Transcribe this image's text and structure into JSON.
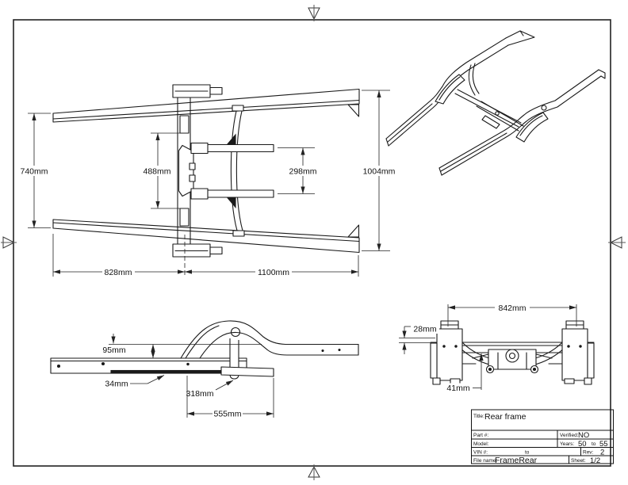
{
  "drawing": {
    "colors": {
      "background": "#ffffff",
      "line_work": "#1a1a1a"
    },
    "dimensions": {
      "top_view": {
        "left_width": "740mm",
        "bracket_span": "488mm",
        "arm_span": "298mm",
        "right_width": "1004mm",
        "front_length": "828mm",
        "rear_length": "1100mm"
      },
      "side_view": {
        "rail_height": "95mm",
        "flange_offset": "34mm",
        "bracket_offset": "318mm",
        "arm_length": "555mm"
      },
      "rear_view": {
        "overall_width": "842mm",
        "rail_offset": "28mm",
        "center_offset": "41mm"
      }
    },
    "title_block": {
      "title_label": "Title:",
      "title_value": "Rear frame",
      "part_label": "Part #:",
      "part_value": "",
      "verified_label": "Verified:",
      "verified_value": "NO",
      "model_label": "Model:",
      "model_value": "",
      "years_label": "Years:",
      "years_from": "50",
      "years_to_label": "to",
      "years_to": "55",
      "vin_label": "VIN #:",
      "vin_to_label": "to",
      "rev_label": "Rev:",
      "rev_value": "2",
      "file_label": "File name:",
      "file_value": "FrameRear",
      "sheet_label": "Sheet:",
      "sheet_value": "1/2"
    }
  }
}
